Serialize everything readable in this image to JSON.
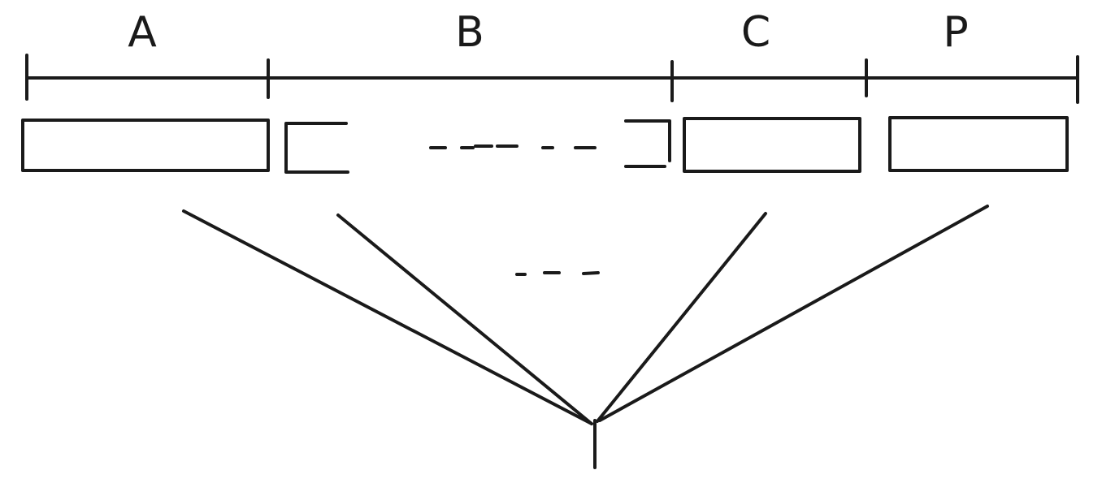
{
  "segments": [
    {
      "label": "A"
    },
    {
      "label": "B"
    },
    {
      "label": "C"
    },
    {
      "label": "P"
    }
  ],
  "colors": {
    "stroke": "#1a1a1a",
    "background": "#ffffff"
  }
}
